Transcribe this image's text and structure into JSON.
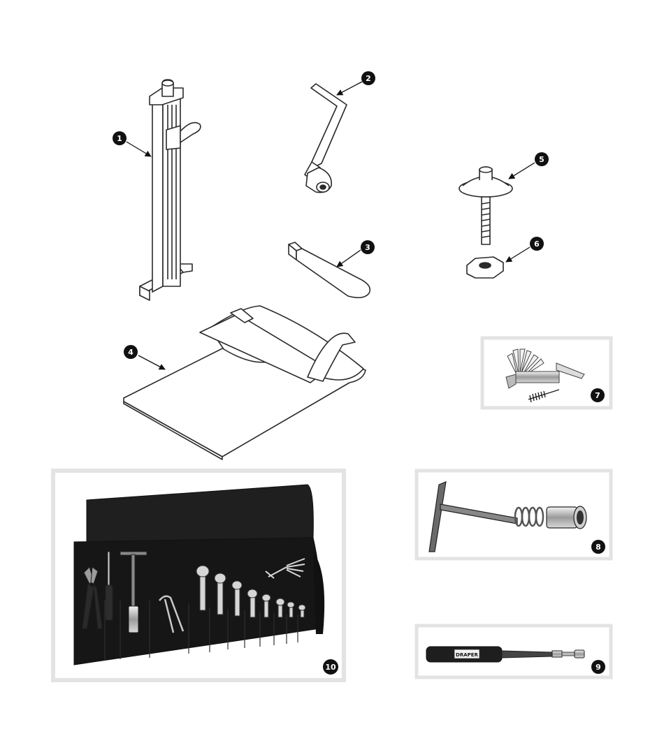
{
  "callouts": {
    "c1": "1",
    "c2": "2",
    "c3": "3",
    "c4": "4",
    "c5": "5",
    "c6": "6",
    "c7": "7",
    "c8": "8",
    "c9": "9",
    "c10": "10"
  },
  "brand_label": "DRAPER",
  "colors": {
    "line": "#2a2a2a",
    "frame": "#e3e3e3",
    "callout": "#111111",
    "bag": "#1e1e1e"
  }
}
